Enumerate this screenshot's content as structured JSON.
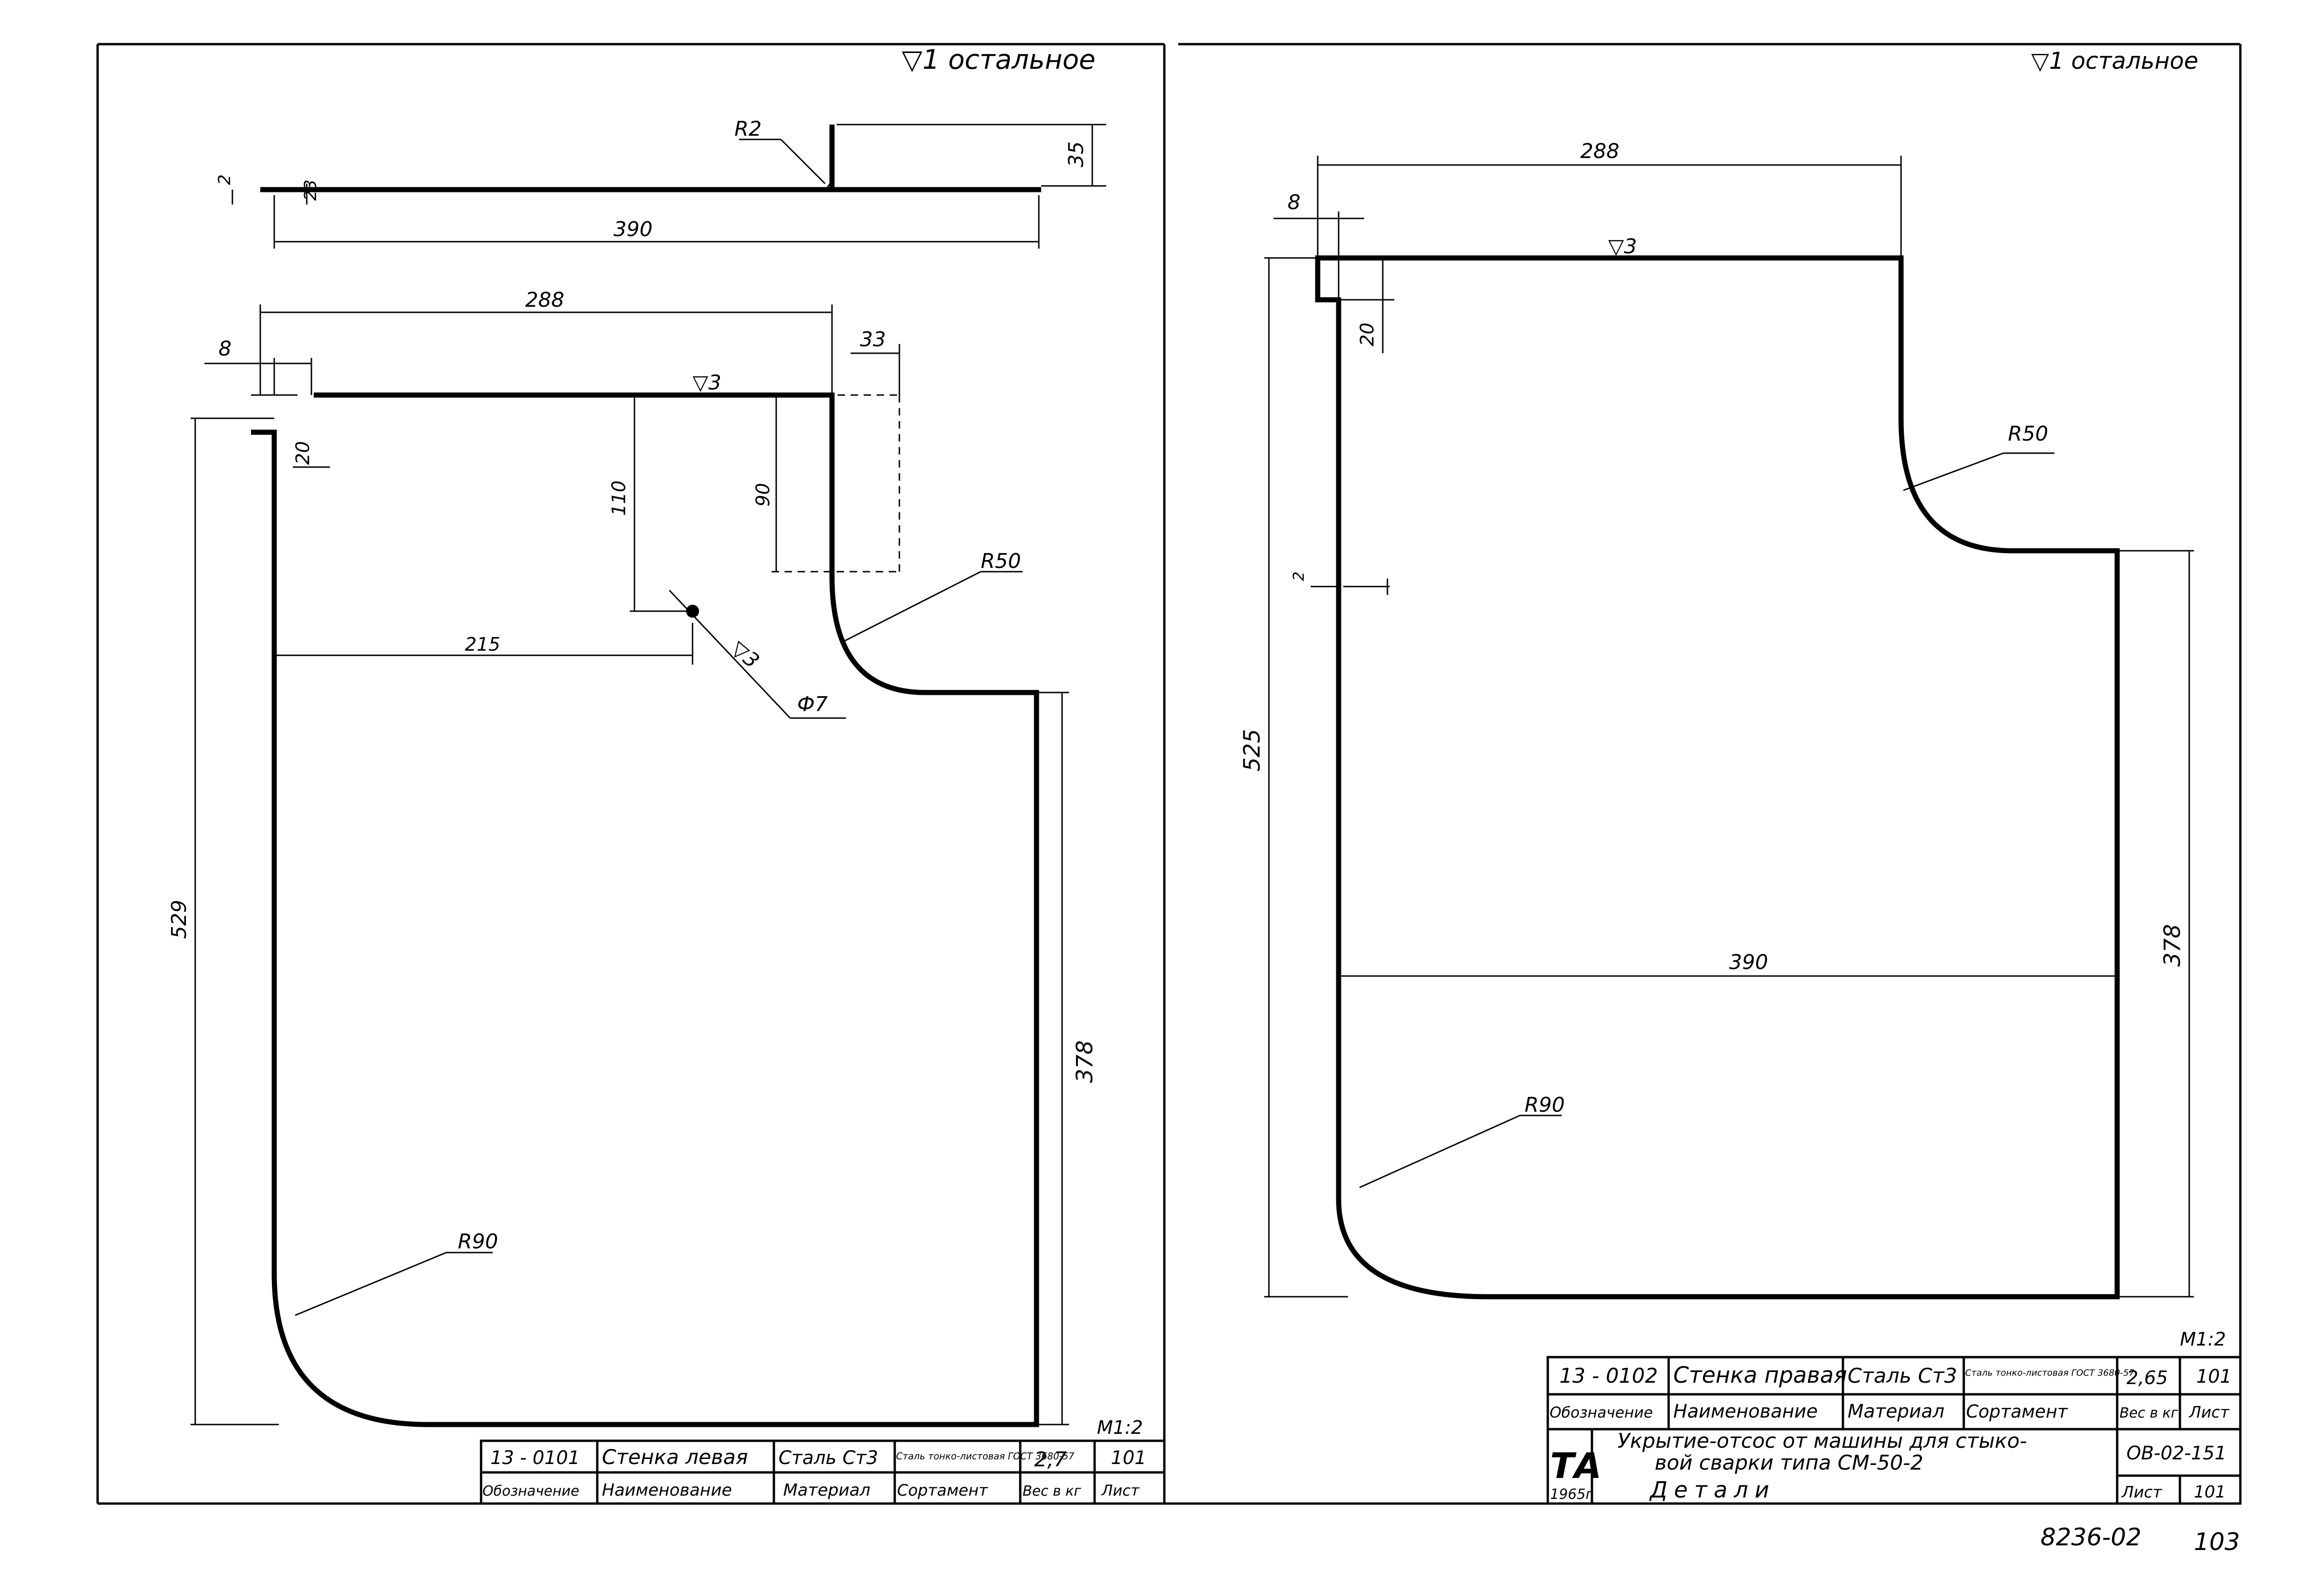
{
  "left_part": {
    "roughness_note": "▽1 остальное",
    "dims": {
      "top_r": "R2",
      "top_len": "390",
      "top_h": "35",
      "top_t1": "2",
      "top_t2": "23",
      "w288": "288",
      "w8": "8",
      "w33": "33",
      "h20": "20",
      "h110": "110",
      "h90": "90",
      "r50": "R50",
      "w215": "215",
      "hole": "Ф7",
      "rough3a": "▽3",
      "rough3b": "▽3",
      "h529": "529",
      "h378": "378",
      "r90": "R90"
    },
    "scale": "М1:2",
    "table": {
      "designation": "13 - 0101",
      "name": "Стенка левая",
      "material": "Сталь Ст3",
      "assortment": "Сталь тонко-листовая ГОСТ 3680-57",
      "weight": "2,7",
      "sheet": "101",
      "headers": [
        "Обозначение",
        "Наименование",
        "Материал",
        "Сортамент",
        "Вес в кг",
        "Лист"
      ]
    }
  },
  "right_part": {
    "roughness_note": "▽1 остальное",
    "dims": {
      "w288": "288",
      "w8": "8",
      "h20": "20",
      "rough3": "▽3",
      "r50": "R50",
      "t2": "2",
      "h525": "525",
      "w390": "390",
      "h378": "378",
      "r90": "R90"
    },
    "scale": "М1:2",
    "table": {
      "designation": "13 - 0102",
      "name": "Стенка правая",
      "material": "Сталь Ст3",
      "assortment": "Сталь тонко-листовая ГОСТ 3680-57",
      "weight": "2,65",
      "sheet": "101",
      "headers": [
        "Обозначение",
        "Наименование",
        "Материал",
        "Сортамент",
        "Вес в кг",
        "Лист"
      ]
    },
    "title_block": {
      "logo": "ТА",
      "year": "1965г",
      "title_line1": "Укрытие-отсос от машины для стыко-",
      "title_line2": "вой сварки типа СМ-50-2",
      "code": "ОВ-02-151",
      "subtitle": "Детали",
      "sheet_label": "Лист",
      "sheet_num": "101"
    }
  },
  "footer": {
    "archive": "8236-02",
    "page": "103"
  }
}
